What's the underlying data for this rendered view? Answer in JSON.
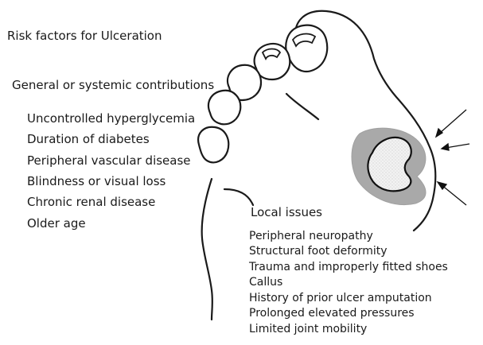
{
  "diagram": {
    "title": "Risk factors for Ulceration",
    "general": {
      "heading": "General or systemic contributions",
      "items": [
        "Uncontrolled hyperglycemia",
        "Duration of diabetes",
        "Peripheral vascular disease",
        "Blindness or visual loss",
        "Chronic renal disease",
        "Older age"
      ]
    },
    "local": {
      "heading": "Local issues",
      "items": [
        "Peripheral neuropathy",
        "Structural foot deformity",
        "Trauma and improperly fitted shoes",
        "Callus",
        "History of prior ulcer amputation",
        "Prolonged elevated pressures",
        "Limited joint mobility"
      ]
    },
    "colors": {
      "ink": "#1a1a1a",
      "callus": "#a9a9a9",
      "ulcer": "#f3f3f3"
    },
    "icons": [
      "foot-sole-illustration",
      "ulcer-region",
      "pressure-arrow-icon"
    ]
  }
}
